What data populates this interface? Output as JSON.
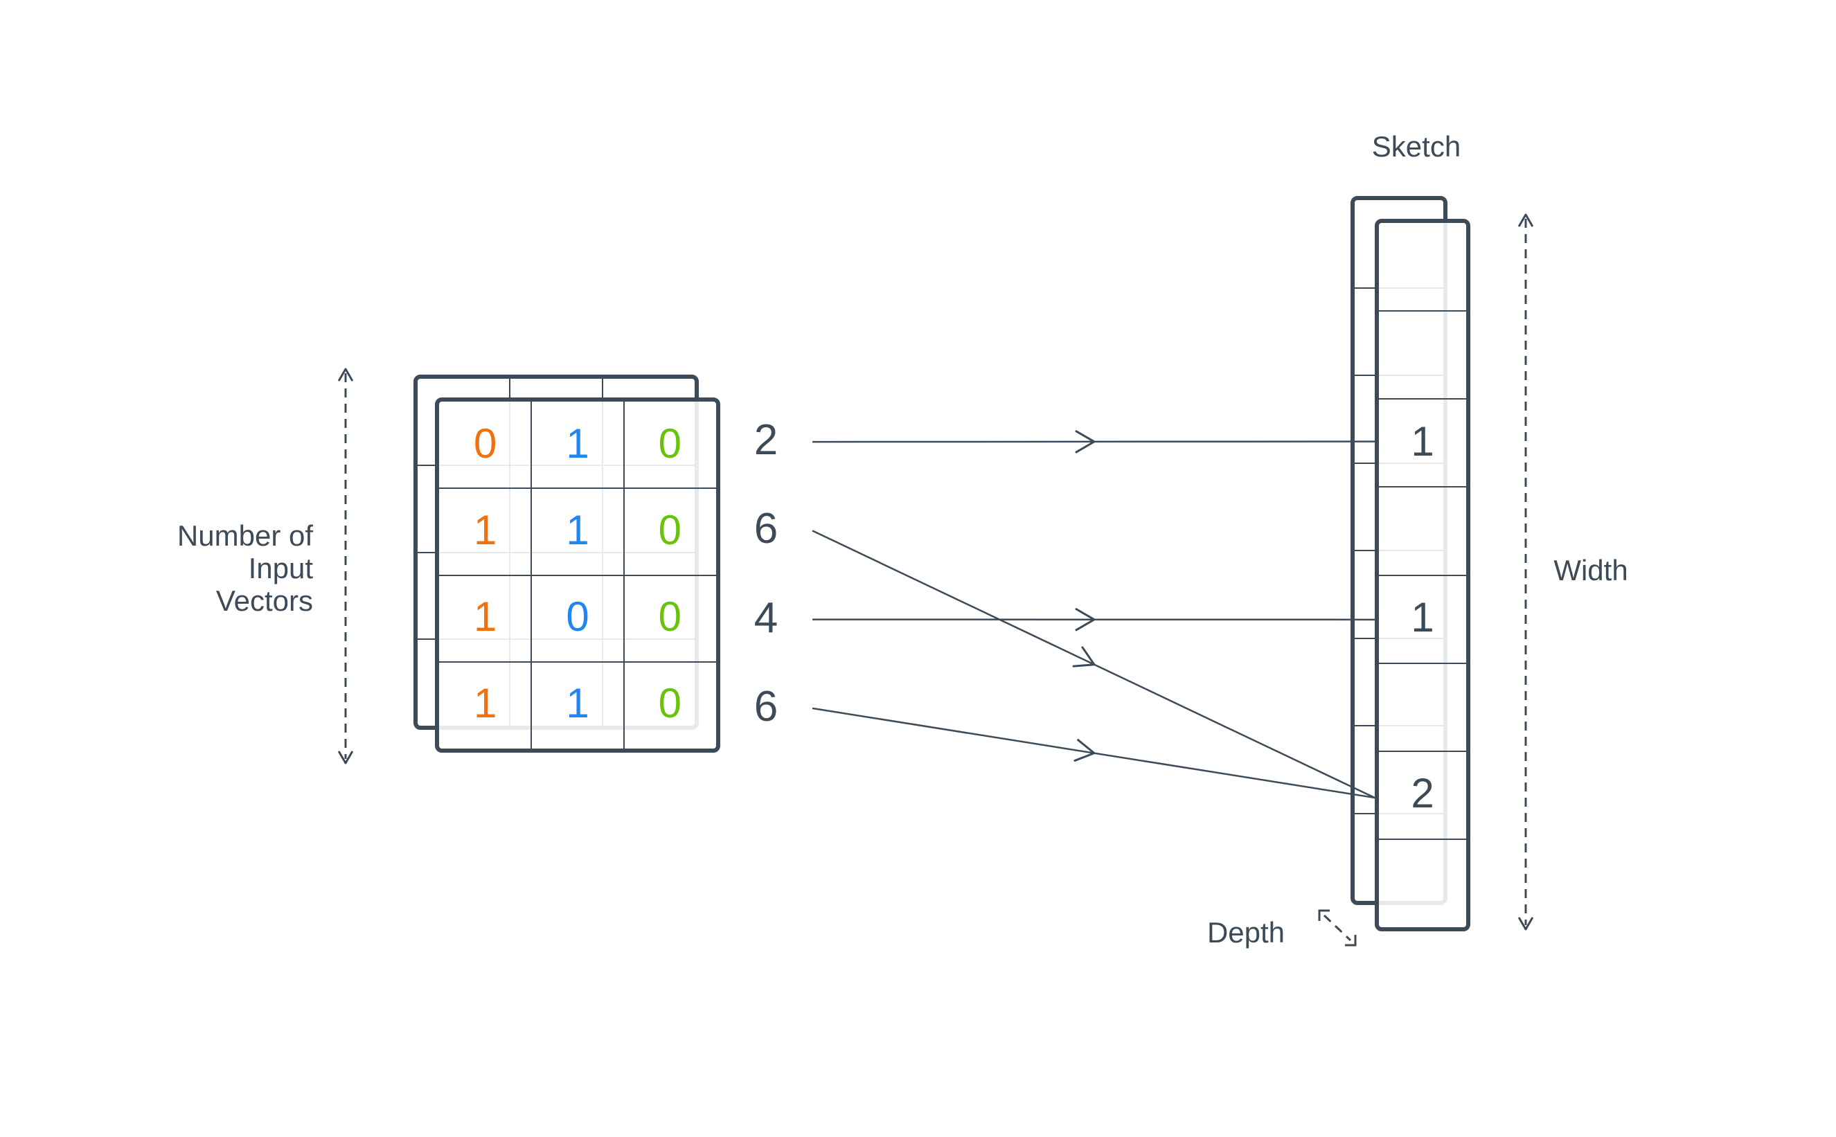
{
  "labels": {
    "sketch": "Sketch",
    "width": "Width",
    "depth": "Depth",
    "number_of_input_vectors_lines": [
      "Number of",
      "Input",
      "Vectors"
    ]
  },
  "matrix": {
    "rows": [
      [
        "0",
        "1",
        "0"
      ],
      [
        "1",
        "1",
        "0"
      ],
      [
        "1",
        "0",
        "0"
      ],
      [
        "1",
        "1",
        "0"
      ]
    ],
    "column_colors": [
      "#F3700E",
      "#1F86F2",
      "#69C30C"
    ]
  },
  "hash_values": [
    "2",
    "6",
    "4",
    "6"
  ],
  "sketch_cells": [
    "",
    "",
    "1",
    "",
    "1",
    "",
    "2",
    ""
  ],
  "mappings": [
    {
      "hash_value": "2",
      "matrix_row": 0,
      "sketch_cell": 2
    },
    {
      "hash_value": "6",
      "matrix_row": 1,
      "sketch_cell": 6
    },
    {
      "hash_value": "4",
      "matrix_row": 2,
      "sketch_cell": 4
    },
    {
      "hash_value": "6",
      "matrix_row": 3,
      "sketch_cell": 6
    }
  ],
  "colors": {
    "line": "#3D4B59",
    "orange": "#F3700E",
    "blue": "#1F86F2",
    "green": "#69C30C"
  }
}
